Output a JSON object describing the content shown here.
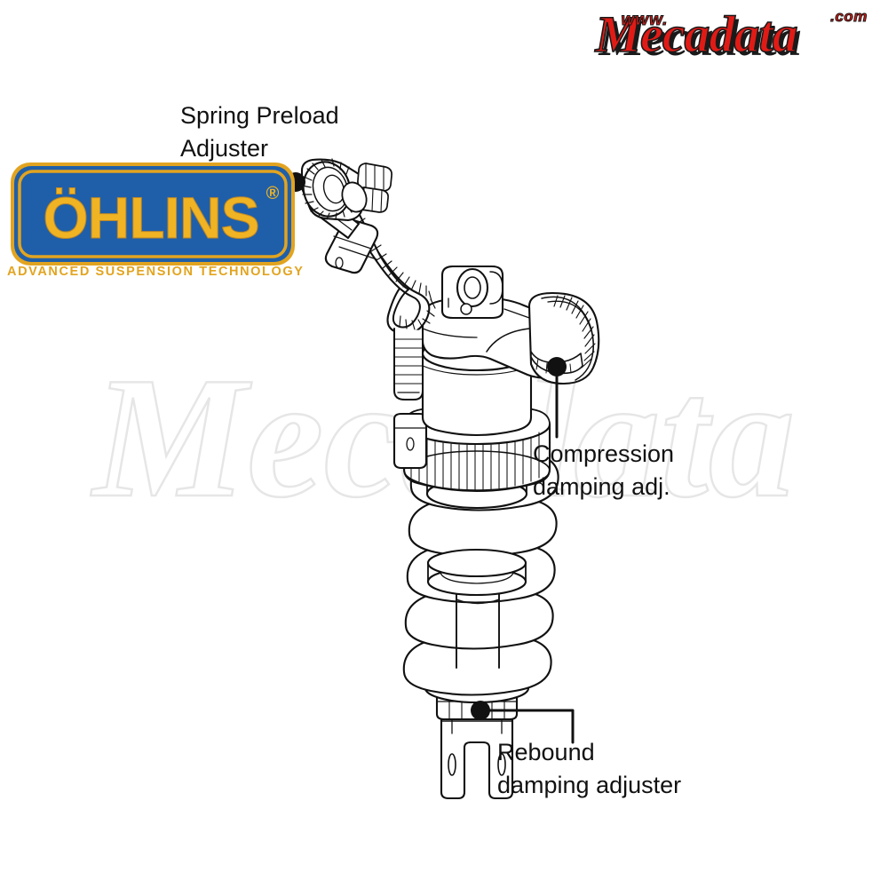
{
  "page": {
    "background_color": "#ffffff",
    "subject": "Ohlins motorcycle rear shock absorber technical diagram"
  },
  "brand_logo": {
    "name": "mecadata-logo",
    "prefix": "www.",
    "text": "Mecadata",
    "suffix": ".com",
    "fill_color": "#e01b16",
    "shadow_color": "#1a1a1a"
  },
  "watermark": {
    "name": "mecadata-watermark",
    "text": "Mecadata",
    "stroke_color": "#e3e3e3"
  },
  "ohlins_logo": {
    "name": "ohlins-logo",
    "wordmark": "ÖHLINS",
    "registered_mark": "®",
    "tagline": "ADVANCED  SUSPENSION  TECHNOLOGY",
    "plate_color": "#1f5fa9",
    "border_color": "#e2a420",
    "text_color": "#f0b323"
  },
  "callouts": [
    {
      "name": "spring-preload-adjuster",
      "line1": "Spring Preload",
      "line2": "Adjuster"
    },
    {
      "name": "compression-damping-adjuster",
      "line1": "Compression",
      "line2": "damping adj."
    },
    {
      "name": "rebound-damping-adjuster",
      "line1": "Rebound",
      "line2": "damping adjuster"
    }
  ],
  "drawing": {
    "name": "shock-absorber-line-art",
    "stroke_color": "#111111",
    "fill_color": "#ffffff",
    "parts": [
      "hydraulic-preload-adjuster-knob",
      "preload-adjuster-body",
      "braided-hydraulic-hose",
      "top-mount-eyelet",
      "shock-body-cylinder",
      "piggyback-reservoir",
      "compression-adjuster-knob",
      "knurled-preload-collar",
      "upper-spring-perch",
      "coil-spring",
      "lower-spring-perch",
      "damper-shaft",
      "rebound-adjuster",
      "bottom-clevis-mount"
    ]
  }
}
